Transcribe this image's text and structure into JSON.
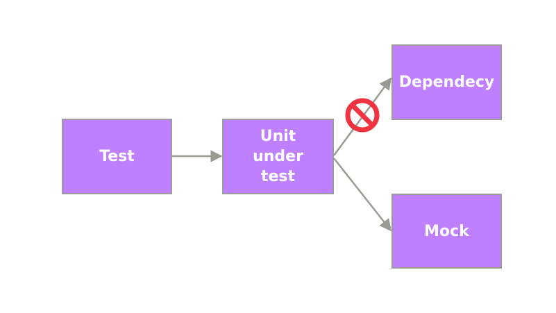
{
  "nodes": {
    "test": {
      "label": "Test"
    },
    "unit": {
      "label_lines": [
        "Unit",
        "under",
        "test"
      ]
    },
    "dependency": {
      "label": "Dependecy"
    },
    "mock": {
      "label": "Mock"
    }
  },
  "edges": [
    {
      "from": "test",
      "to": "unit"
    },
    {
      "from": "unit",
      "to": "dependency",
      "blocked": true,
      "marker_icon": "prohibited-icon"
    },
    {
      "from": "unit",
      "to": "mock"
    }
  ],
  "colors": {
    "box_fill": "#bf80ff",
    "box_border": "#9c9c9c",
    "arrow": "#9a9a92",
    "prohibited": "#ef3340",
    "text": "#ffffff"
  }
}
